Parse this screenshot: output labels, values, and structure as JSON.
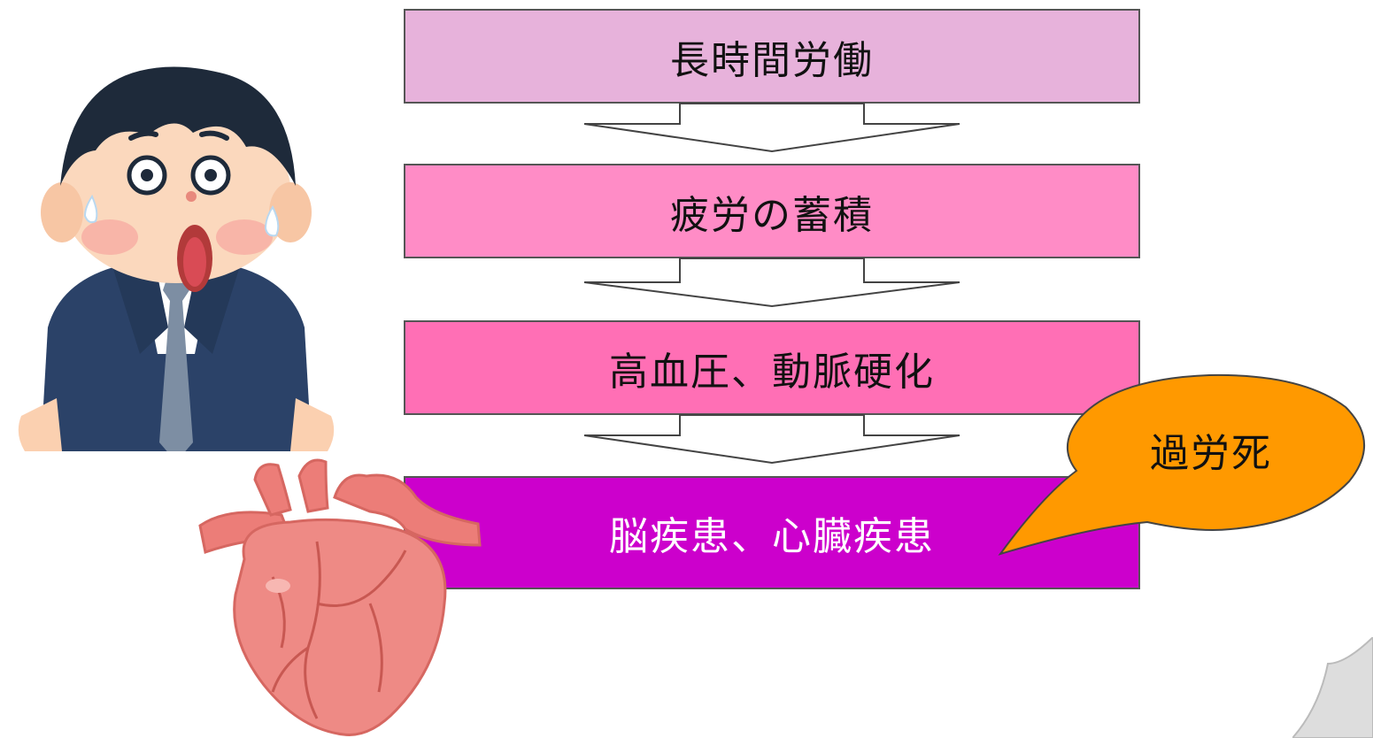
{
  "flow": {
    "steps": [
      {
        "label": "長時間労働",
        "color": "#e7b2db"
      },
      {
        "label": "疲労の蓄積",
        "color": "#ff8cc6"
      },
      {
        "label": "高血圧、動脈硬化",
        "color": "#ff6fb5"
      },
      {
        "label": "脳疾患、心臓疾患",
        "color": "#cc00cc"
      }
    ],
    "arrow_color": "#ffffff",
    "border_color": "#555555"
  },
  "callout": {
    "label": "過労死",
    "fill": "#ff9900"
  },
  "illustrations": {
    "person": "surprised-businessman-illustration",
    "heart": "heart-organ-illustration"
  }
}
